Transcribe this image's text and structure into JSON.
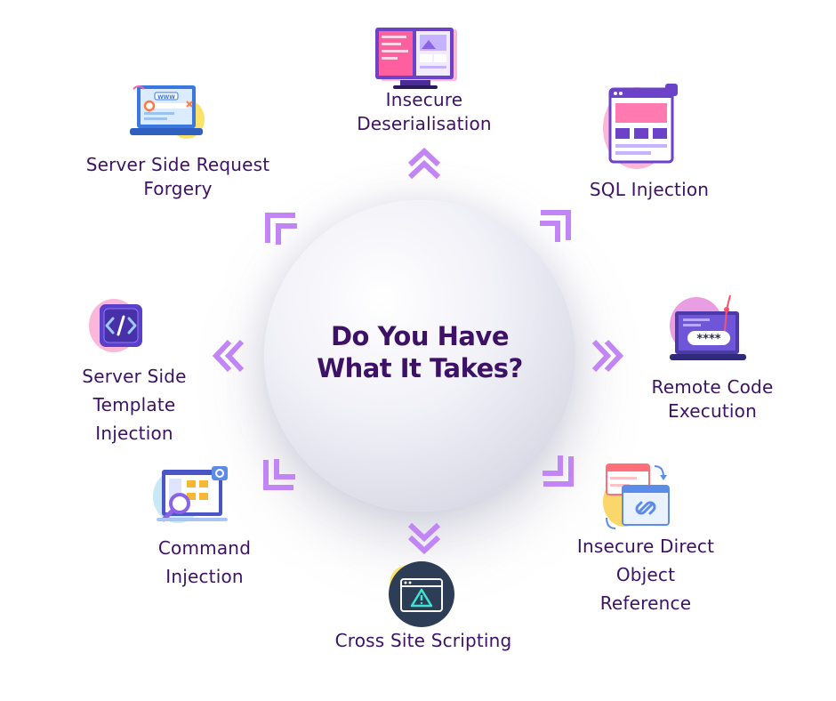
{
  "center": {
    "line1": "Do You Have",
    "line2": "What It Takes?"
  },
  "items": [
    {
      "line1": "Insecure",
      "line2": "Deserialisation",
      "icon": "dashboard-monitor-icon"
    },
    {
      "line1": "SQL Injection",
      "icon": "browser-windows-icon"
    },
    {
      "line1": "Remote Code",
      "line2": "Execution",
      "icon": "password-laptop-icon"
    },
    {
      "line1": "Insecure Direct",
      "line2": "Object",
      "line3": "Reference",
      "icon": "link-windows-icon"
    },
    {
      "line1": "Cross Site Scripting",
      "icon": "warning-browser-icon"
    },
    {
      "line1": "Command",
      "line2": "Injection",
      "icon": "file-search-icon"
    },
    {
      "line1": "Server Side",
      "line2": "Template",
      "line3": "Injection",
      "icon": "code-tag-icon"
    },
    {
      "line1": "Server Side Request",
      "line2": "Forgery",
      "icon": "www-laptop-icon"
    }
  ],
  "colors": {
    "title": "#3d1266",
    "arrow": "#c285f5",
    "pink": "#fbb6d8",
    "purple": "#9b6cf0",
    "dark": "#2d3d55"
  }
}
